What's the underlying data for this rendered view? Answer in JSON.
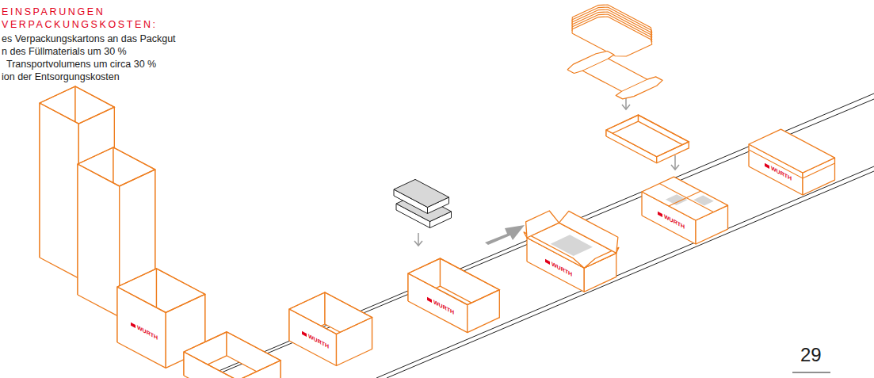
{
  "diagram": {
    "labels": [
      "EINSPARUNGEN",
      "VERPACKUNGSKOSTEN:",
      "es Verpackungskartons an das Packgut",
      "n des Füllmaterials um 30 %",
      "Transportvolumens um circa 30 %",
      "ion der Entsorgungskosten",
      "WURTH",
      "WURTH",
      "WURTH",
      "WURTH",
      "WURTH",
      "WURTH",
      "29"
    ]
  }
}
